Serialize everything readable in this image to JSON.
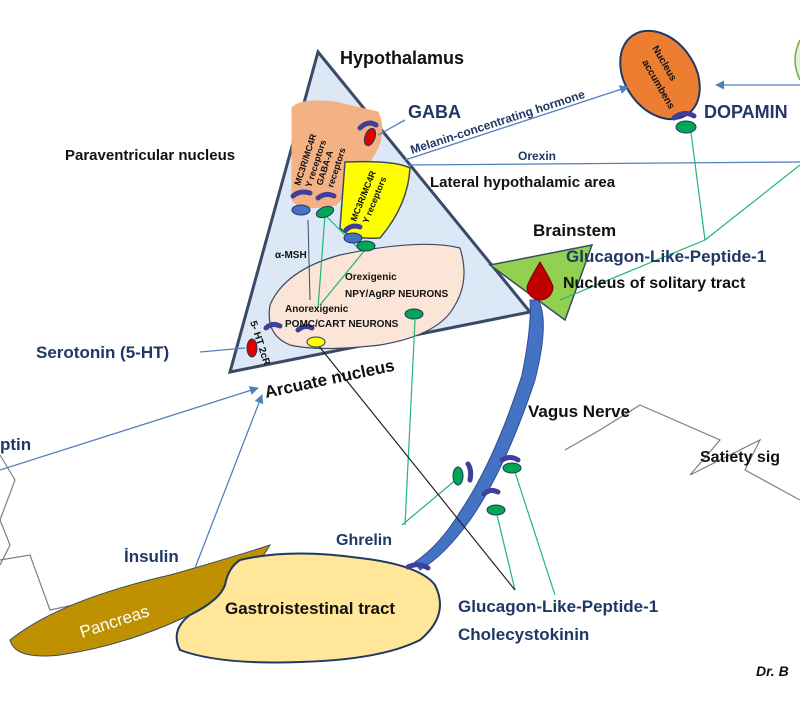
{
  "colors": {
    "triangle_fill": "#dce8f5",
    "triangle_stroke": "#3a4a66",
    "paraventricular_fill": "#f4b183",
    "lateral_fill": "#ffff00",
    "arcuate_fill": "#fbe5d6",
    "nucleus_accumbens_fill": "#ed7d31",
    "brainstem_fill": "#92d050",
    "vagus_fill": "#4472c4",
    "gi_tract_fill": "#ffe699",
    "pancreas_fill": "#bf9000",
    "receptor_purple": "#3f3f9b",
    "receptor_green": "#00a651",
    "receptor_red": "#e00000",
    "receptor_blue": "#4472c4",
    "arrow_blue": "#4f81bd",
    "line_green": "#22b573",
    "dark_navy": "#1f3864"
  },
  "labels": {
    "hypothalamus": "Hypothalamus",
    "gaba": "GABA",
    "paraventricular_nucleus": "Paraventricular nucleus",
    "melanin_concentrating_hormone": "Melanin-concentrating hormone",
    "orexin": "Orexin",
    "lateral_hypothalamic_area": "Lateral hypothalamic area",
    "pvn_receptors_1": "MC3R/MC4R",
    "pvn_receptors_2": "Y receptors",
    "pvn_receptors_3": "GABA-A",
    "pvn_receptors_4": "receptors",
    "lha_receptors_1": "MC3R/MC4R",
    "lha_receptors_2": "Y receptors",
    "alpha_msh": "α-MSH",
    "orexigenic_1": "Orexigenic",
    "orexigenic_2": "NPY/AgRP NEURONS",
    "anorexigenic_1": "Anorexigenic",
    "anorexigenic_2": "POMC/CART NEURONS",
    "five_ht_2cr": "5- HT 2cR",
    "arcuate_nucleus": "Arcuate nucleus",
    "serotonin": "Serotonin (5-HT)",
    "nucleus_accumbens_1": "Nucleus",
    "nucleus_accumbens_2": "accumbens",
    "dopamine": "DOPAMIN",
    "brainstem": "Brainstem",
    "glp1_top": "Glucagon-Like-Peptide-1",
    "nucleus_solitary_tract": "Nucleus of solitary tract",
    "vagus_nerve": "Vagus Nerve",
    "satiety_signals": "Satiety sig",
    "leptin": "ptin",
    "insulin": "İnsulin",
    "ghrelin": "Ghrelin",
    "pancreas": "Pancreas",
    "gastrointestinal_tract": "Gastroistestinal tract",
    "glp1_bottom": "Glucagon-Like-Peptide-1",
    "cholecystokinin": "Cholecystokinin",
    "author": "Dr. B"
  }
}
